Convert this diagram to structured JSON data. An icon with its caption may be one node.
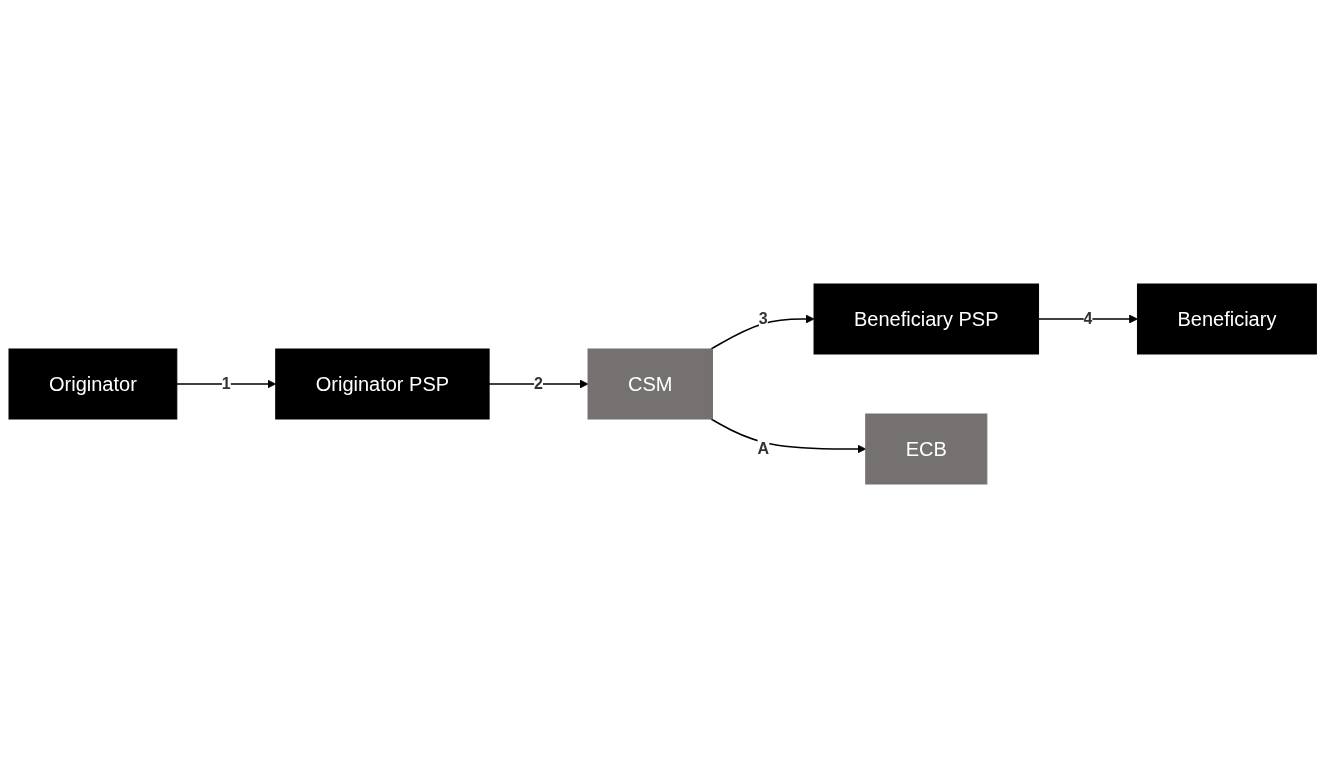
{
  "diagram": {
    "nodes": [
      {
        "text": [
          "Originator"
        ]
      },
      {
        "text": [
          "Beneficiary"
        ]
      },
      {
        "text": [
          "Originator PSP"
        ]
      },
      {
        "text": [
          "CSM"
        ]
      },
      {
        "text": [
          "Beneficiary PSP"
        ]
      },
      {
        "text": [
          "ECB"
        ]
      }
    ],
    "edges": [
      {
        "from": 0,
        "to": 2,
        "label": "1",
        "arrow": "to"
      },
      {
        "from": 2,
        "to": 3,
        "label": "2",
        "arrow": "to"
      },
      {
        "from": 3,
        "to": 4,
        "label": "3",
        "arrow": "to"
      },
      {
        "from": 4,
        "to": 1,
        "label": "4",
        "arrow": "to"
      },
      {
        "from": 3,
        "to": 5,
        "label": "A",
        "arrow": "to"
      }
    ]
  }
}
